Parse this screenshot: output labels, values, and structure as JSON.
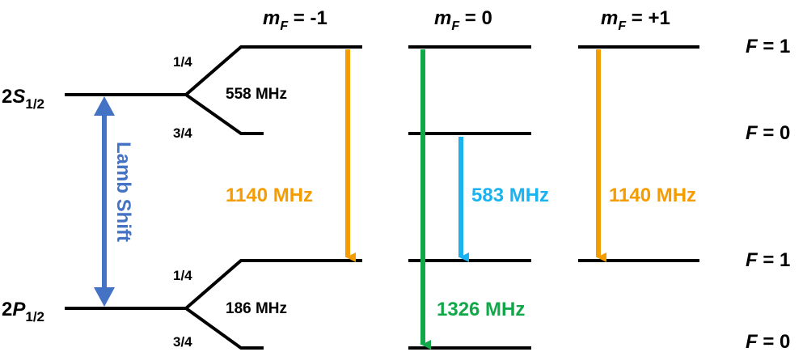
{
  "columns": {
    "m_minus": {
      "symbol": "m",
      "sub": "F",
      "value": " = -1"
    },
    "m_zero": {
      "symbol": "m",
      "sub": "F",
      "value": " = 0"
    },
    "m_plus": {
      "symbol": "m",
      "sub": "F",
      "value": " = +1"
    }
  },
  "states": {
    "s": {
      "n": "2",
      "L": "S",
      "j": "1/2"
    },
    "p": {
      "n": "2",
      "L": "P",
      "j": "1/2"
    }
  },
  "f_labels": {
    "s_f1": {
      "F": "F",
      "value": " = 1"
    },
    "s_f0": {
      "F": "F",
      "value": " = 0"
    },
    "p_f1": {
      "F": "F",
      "value": " = 1"
    },
    "p_f0": {
      "F": "F",
      "value": " = 0"
    }
  },
  "weights": {
    "s_upper": "1/4",
    "s_lower": "3/4",
    "p_upper": "1/4",
    "p_lower": "3/4"
  },
  "hyperfine": {
    "s_splitting": "558 MHz",
    "p_splitting": "186 MHz"
  },
  "lamb_shift": {
    "label": "Lamb Shift",
    "color": "#4472c4"
  },
  "transitions": [
    {
      "label": "1140 MHz",
      "color": "#f59c00"
    },
    {
      "label": "583 MHz",
      "color": "#1ab2f0"
    },
    {
      "label": "1140 MHz",
      "color": "#f59c00"
    },
    {
      "label": "1326 MHz",
      "color": "#12a84a"
    }
  ]
}
